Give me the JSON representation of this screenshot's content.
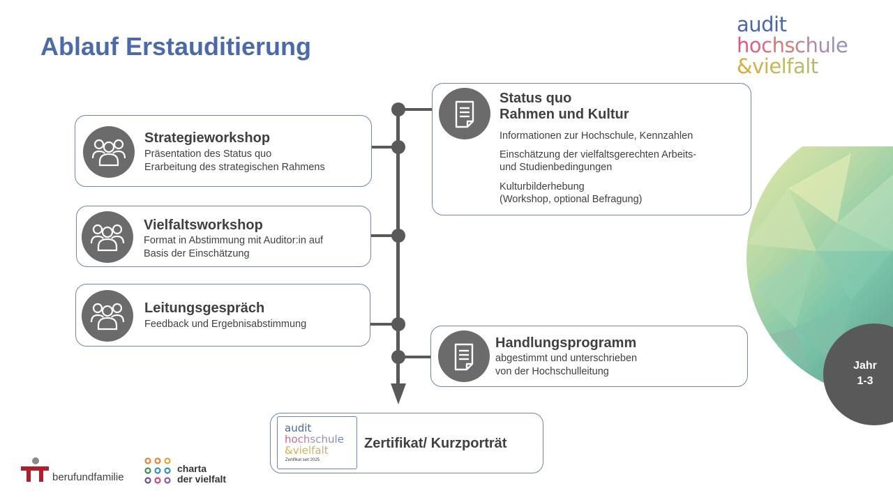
{
  "title": "Ablauf Erstauditierung",
  "logo": {
    "line1": "audit",
    "line2": "hochschule",
    "line3": "&vielfalt"
  },
  "left_cards": [
    {
      "title": "Strategieworkshop",
      "lines": [
        "Präsentation des Status quo",
        "Erarbeitung des strategischen Rahmens"
      ],
      "icon": "group-icon"
    },
    {
      "title": "Vielfaltsworkshop",
      "lines": [
        "Format in Abstimmung mit Auditor:in auf",
        "Basis der Einschätzung"
      ],
      "icon": "group-icon"
    },
    {
      "title": "Leitungsgespräch",
      "lines": [
        "Feedback und Ergebnisabstimmung"
      ],
      "icon": "group-icon"
    }
  ],
  "status_card": {
    "title_line1": "Status quo",
    "title_line2": "Rahmen und Kultur",
    "para1": "Informationen zur Hochschule, Kennzahlen",
    "para2_line1": "Einschätzung der vielfaltsgerechten Arbeits-",
    "para2_line2": "und Studienbedingungen",
    "para3_line1": "Kulturbilderhebung",
    "para3_line2": "(Workshop, optional Befragung)",
    "icon": "document-icon"
  },
  "handlung_card": {
    "title": "Handlungsprogramm",
    "line1": "abgestimmt und unterschrieben",
    "line2": "von der Hochschulleitung",
    "icon": "document-icon"
  },
  "jahr": {
    "line1": "Jahr",
    "line2": "1-3"
  },
  "certificate": {
    "label": "Zertifikat/ Kurzporträt",
    "logo_line1": "audit",
    "logo_line2": "hochschule",
    "logo_line3": "&vielfalt",
    "subtext": "Zertifikat seit 2025"
  },
  "footer": {
    "berufundfamilie": "berufundfamilie",
    "charta_line1": "charta",
    "charta_line2": "der vielfalt"
  },
  "colors": {
    "title": "#4a6aab",
    "border": "#6d85b6",
    "icon_bg": "#6b6b6b",
    "timeline": "#595959"
  }
}
